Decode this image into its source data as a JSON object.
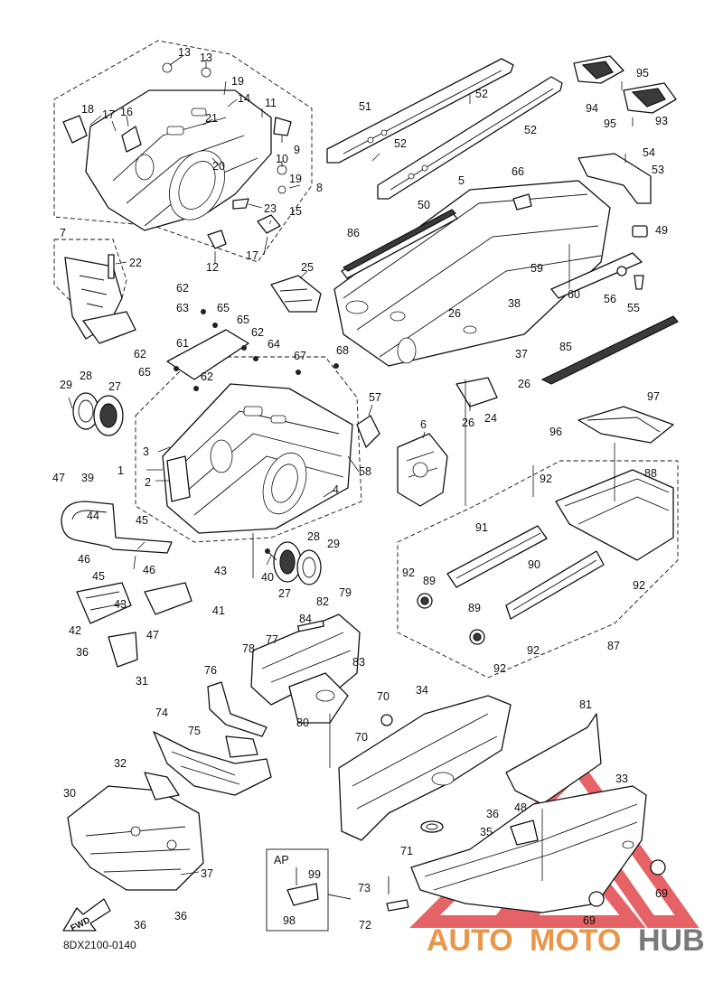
{
  "diagram_code": "8DX2100-0140",
  "fwd_label": "FWD",
  "ap_label": "AP",
  "watermark": {
    "auto": "AUTO",
    "moto": "MOTO",
    "hub": "HUB",
    "auto_color": "#E8964A",
    "moto_color": "#E8964A",
    "hub_color": "#7A7A7A",
    "logo_color": "#E0474C"
  },
  "callouts": [
    {
      "id": "c13a",
      "label": "13"
    },
    {
      "id": "c13b",
      "label": "13"
    },
    {
      "id": "c19a",
      "label": "19"
    },
    {
      "id": "c18",
      "label": "18"
    },
    {
      "id": "c17a",
      "label": "17"
    },
    {
      "id": "c16",
      "label": "16"
    },
    {
      "id": "c14",
      "label": "14"
    },
    {
      "id": "c11",
      "label": "11"
    },
    {
      "id": "c21",
      "label": "21"
    },
    {
      "id": "c9",
      "label": "9"
    },
    {
      "id": "c20",
      "label": "20"
    },
    {
      "id": "c10",
      "label": "10"
    },
    {
      "id": "c19b",
      "label": "19"
    },
    {
      "id": "c8",
      "label": "8"
    },
    {
      "id": "c23",
      "label": "23"
    },
    {
      "id": "c15",
      "label": "15"
    },
    {
      "id": "c12",
      "label": "12"
    },
    {
      "id": "c17b",
      "label": "17"
    },
    {
      "id": "c7",
      "label": "7"
    },
    {
      "id": "c22",
      "label": "22"
    },
    {
      "id": "c25",
      "label": "25"
    },
    {
      "id": "c62a",
      "label": "62"
    },
    {
      "id": "c63",
      "label": "63"
    },
    {
      "id": "c65a",
      "label": "65"
    },
    {
      "id": "c65b",
      "label": "65"
    },
    {
      "id": "c62b",
      "label": "62"
    },
    {
      "id": "c64",
      "label": "64"
    },
    {
      "id": "c61",
      "label": "61"
    },
    {
      "id": "c62c",
      "label": "62"
    },
    {
      "id": "c65c",
      "label": "65"
    },
    {
      "id": "c62d",
      "label": "62"
    },
    {
      "id": "c67",
      "label": "67"
    },
    {
      "id": "c68",
      "label": "68"
    },
    {
      "id": "c29a",
      "label": "29"
    },
    {
      "id": "c28a",
      "label": "28"
    },
    {
      "id": "c27a",
      "label": "27"
    },
    {
      "id": "c57",
      "label": "57"
    },
    {
      "id": "c6",
      "label": "6"
    },
    {
      "id": "c3",
      "label": "3"
    },
    {
      "id": "c1",
      "label": "1"
    },
    {
      "id": "c2",
      "label": "2"
    },
    {
      "id": "c58",
      "label": "58"
    },
    {
      "id": "c4",
      "label": "4"
    },
    {
      "id": "c47a",
      "label": "47"
    },
    {
      "id": "c39",
      "label": "39"
    },
    {
      "id": "c44",
      "label": "44"
    },
    {
      "id": "c45a",
      "label": "45"
    },
    {
      "id": "c46a",
      "label": "46"
    },
    {
      "id": "c45b",
      "label": "45"
    },
    {
      "id": "c46b",
      "label": "46"
    },
    {
      "id": "c43a",
      "label": "43"
    },
    {
      "id": "c43b",
      "label": "43"
    },
    {
      "id": "c41",
      "label": "41"
    },
    {
      "id": "c42",
      "label": "42"
    },
    {
      "id": "c47b",
      "label": "47"
    },
    {
      "id": "c36a",
      "label": "36"
    },
    {
      "id": "c31",
      "label": "31"
    },
    {
      "id": "c40",
      "label": "40"
    },
    {
      "id": "c28b",
      "label": "28"
    },
    {
      "id": "c29b",
      "label": "29"
    },
    {
      "id": "c27b",
      "label": "27"
    },
    {
      "id": "c84",
      "label": "84"
    },
    {
      "id": "c82",
      "label": "82"
    },
    {
      "id": "c79",
      "label": "79"
    },
    {
      "id": "c78",
      "label": "78"
    },
    {
      "id": "c77",
      "label": "77"
    },
    {
      "id": "c83",
      "label": "83"
    },
    {
      "id": "c76",
      "label": "76"
    },
    {
      "id": "c80",
      "label": "80"
    },
    {
      "id": "c74",
      "label": "74"
    },
    {
      "id": "c75",
      "label": "75"
    },
    {
      "id": "c32",
      "label": "32"
    },
    {
      "id": "c30",
      "label": "30"
    },
    {
      "id": "c37",
      "label": "37"
    },
    {
      "id": "c36b",
      "label": "36"
    },
    {
      "id": "c36c",
      "label": "36"
    },
    {
      "id": "c51",
      "label": "51"
    },
    {
      "id": "c52a",
      "label": "52"
    },
    {
      "id": "c52b",
      "label": "52"
    },
    {
      "id": "c52c",
      "label": "52"
    },
    {
      "id": "c50",
      "label": "50"
    },
    {
      "id": "c5",
      "label": "5"
    },
    {
      "id": "c66",
      "label": "66"
    },
    {
      "id": "c86",
      "label": "86"
    },
    {
      "id": "c59",
      "label": "59"
    },
    {
      "id": "c38",
      "label": "38"
    },
    {
      "id": "c26a",
      "label": "26"
    },
    {
      "id": "c60",
      "label": "60"
    },
    {
      "id": "c37b",
      "label": "37"
    },
    {
      "id": "c26b",
      "label": "26"
    },
    {
      "id": "c24",
      "label": "24"
    },
    {
      "id": "c26c",
      "label": "26"
    },
    {
      "id": "c94",
      "label": "94"
    },
    {
      "id": "c95a",
      "label": "95"
    },
    {
      "id": "c95b",
      "label": "95"
    },
    {
      "id": "c93",
      "label": "93"
    },
    {
      "id": "c54",
      "label": "54"
    },
    {
      "id": "c53",
      "label": "53"
    },
    {
      "id": "c49",
      "label": "49"
    },
    {
      "id": "c56",
      "label": "56"
    },
    {
      "id": "c55",
      "label": "55"
    },
    {
      "id": "c85",
      "label": "85"
    },
    {
      "id": "c97",
      "label": "97"
    },
    {
      "id": "c96",
      "label": "96"
    },
    {
      "id": "c92a",
      "label": "92"
    },
    {
      "id": "c88",
      "label": "88"
    },
    {
      "id": "c91",
      "label": "91"
    },
    {
      "id": "c92b",
      "label": "92"
    },
    {
      "id": "c89a",
      "label": "89"
    },
    {
      "id": "c90",
      "label": "90"
    },
    {
      "id": "c92c",
      "label": "92"
    },
    {
      "id": "c89b",
      "label": "89"
    },
    {
      "id": "c92d",
      "label": "92"
    },
    {
      "id": "c92e",
      "label": "92"
    },
    {
      "id": "c87",
      "label": "87"
    },
    {
      "id": "c70a",
      "label": "70"
    },
    {
      "id": "c34",
      "label": "34"
    },
    {
      "id": "c70b",
      "label": "70"
    },
    {
      "id": "c71",
      "label": "71"
    },
    {
      "id": "c73",
      "label": "73"
    },
    {
      "id": "c72",
      "label": "72"
    },
    {
      "id": "c99",
      "label": "99"
    },
    {
      "id": "c98",
      "label": "98"
    },
    {
      "id": "c81",
      "label": "81"
    },
    {
      "id": "c33",
      "label": "33"
    },
    {
      "id": "c48",
      "label": "48"
    },
    {
      "id": "c36d",
      "label": "36"
    },
    {
      "id": "c35",
      "label": "35"
    },
    {
      "id": "c69a",
      "label": "69"
    },
    {
      "id": "c69b",
      "label": "69"
    }
  ]
}
